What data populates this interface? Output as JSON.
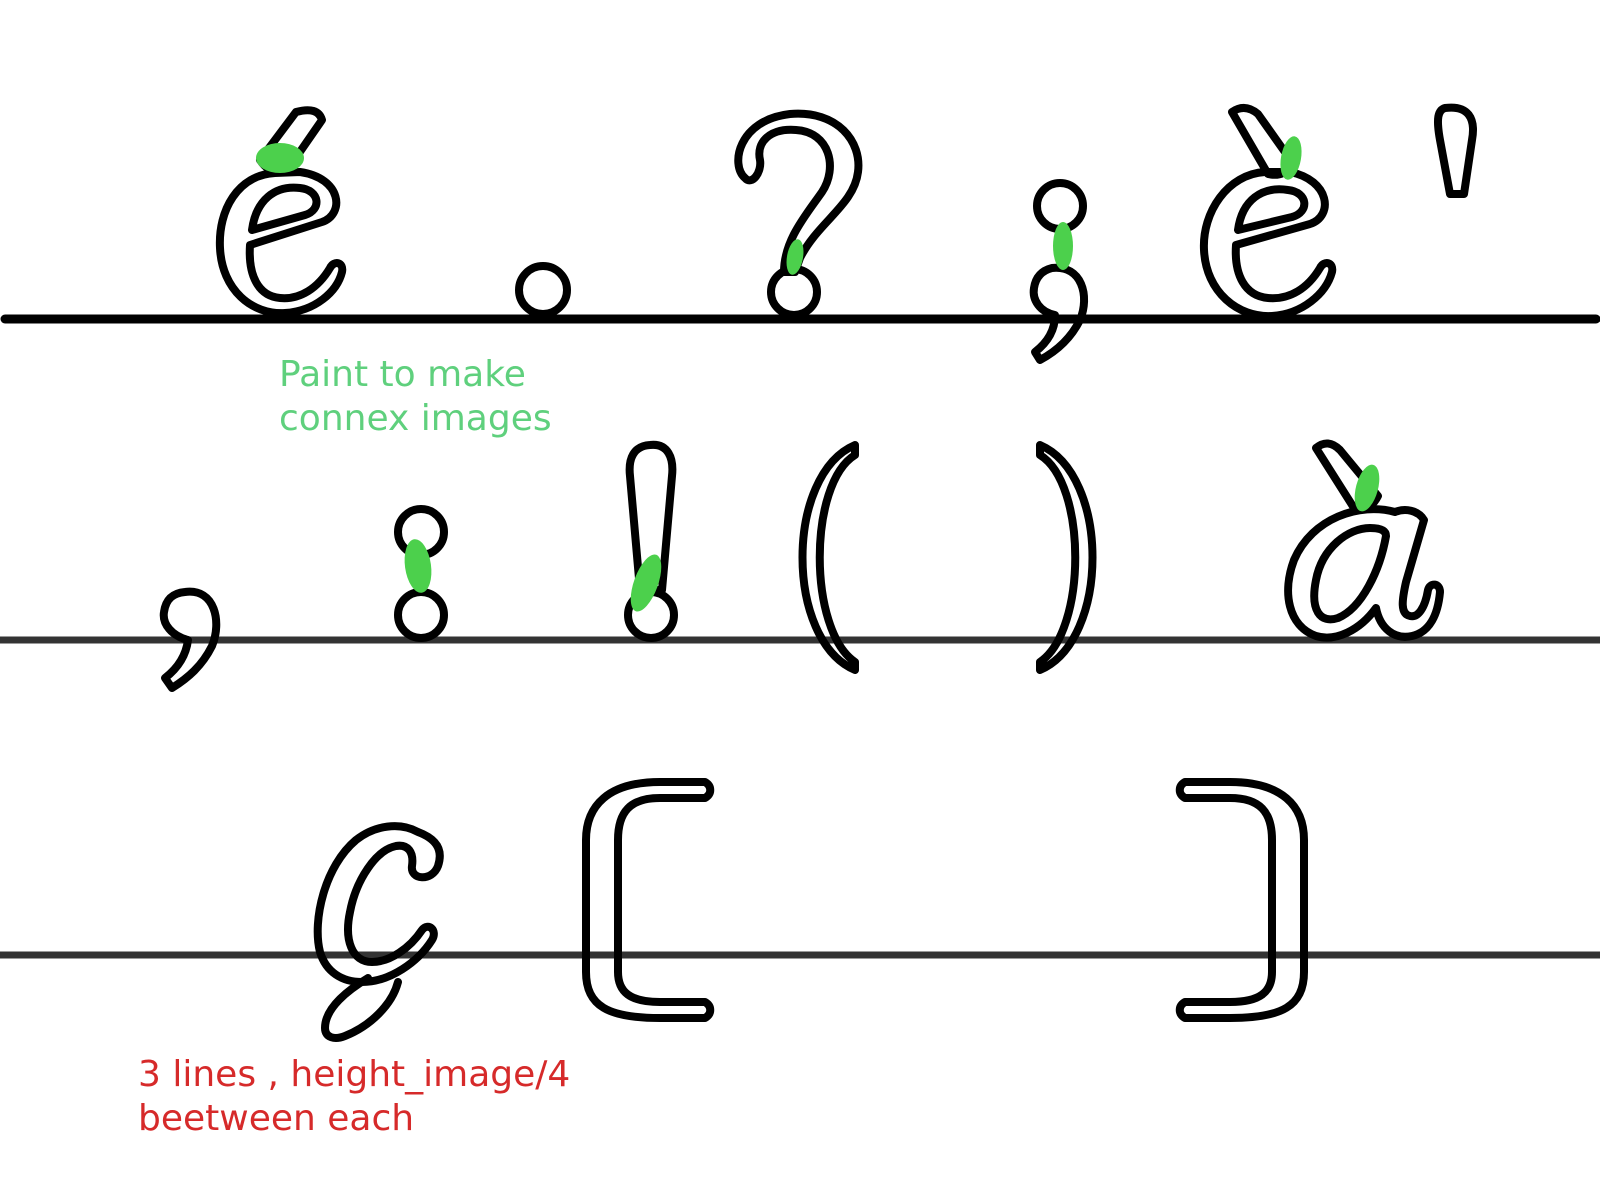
{
  "annotations": {
    "green_line1": "Paint to make",
    "green_line2": "connex images",
    "red_line1": "3 lines , height_image/4",
    "red_line2": "beetween each"
  },
  "glyphs": {
    "row1": [
      "é",
      ".",
      "?",
      ";",
      "è",
      "'"
    ],
    "row2": [
      ",",
      ":",
      "!",
      "(",
      ")",
      "à"
    ],
    "row3": [
      "ç",
      "[",
      "]"
    ]
  },
  "colors": {
    "stroke": "#000000",
    "paint": "#4cd04c",
    "green_text": "#5fd07d",
    "red_text": "#d62a2a",
    "background": "#ffffff"
  }
}
